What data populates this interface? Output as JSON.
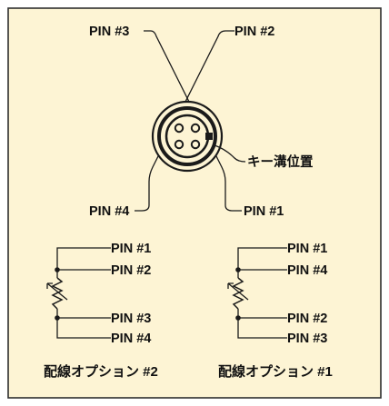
{
  "colors": {
    "panel_background": "#fdf4d4",
    "panel_border": "#2e2e2e",
    "line": "#1a1a1a",
    "text": "#111111"
  },
  "connector": {
    "pin3": "PIN #3",
    "pin2": "PIN #2",
    "pin4": "PIN #4",
    "pin1": "PIN #1",
    "key_position": "キー溝位置"
  },
  "wiring_option_2": {
    "pins": [
      "PIN #1",
      "PIN #2",
      "PIN #3",
      "PIN #4"
    ],
    "caption": "配線オプション #2"
  },
  "wiring_option_1": {
    "pins": [
      "PIN #1",
      "PIN #4",
      "PIN #2",
      "PIN #3"
    ],
    "caption": "配線オプション #1"
  }
}
